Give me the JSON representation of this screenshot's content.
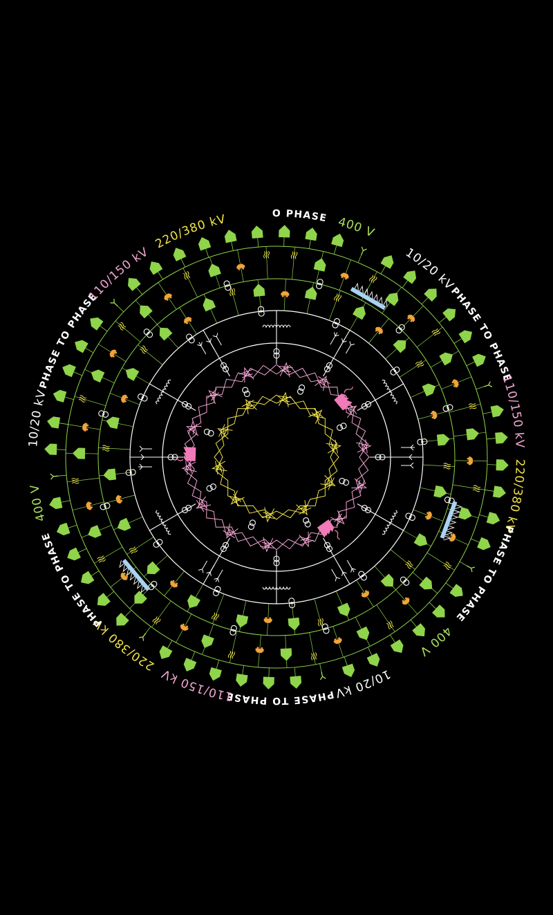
{
  "colors": {
    "background": "#000000",
    "white": "#ffffff",
    "green": "#8fd44a",
    "yellow": "#f0e34a",
    "pink": "#f3a6d2",
    "orange": "#f2a33a",
    "lightblue": "#a9d3f2",
    "magenta": "#f07bb8",
    "lime": "#a8e05a"
  },
  "ring_labels": [
    {
      "text": "PHASE TO PHASE",
      "color": "white",
      "caps": true
    },
    {
      "text": "400 V",
      "color": "lime",
      "caps": false
    },
    {
      "text": "10/20 kV",
      "color": "white",
      "caps": false
    },
    {
      "text": "PHASE TO PHASE",
      "color": "white",
      "caps": true
    },
    {
      "text": "110/150 kV",
      "color": "pink",
      "caps": false
    },
    {
      "text": "220/380 kV",
      "color": "yellow",
      "caps": false
    },
    {
      "text": "PHASE TO PHASE",
      "color": "white",
      "caps": true
    },
    {
      "text": "400 V",
      "color": "lime",
      "caps": false
    },
    {
      "text": "10/20 kV",
      "color": "white",
      "caps": false
    },
    {
      "text": "PHASE TO PHASE",
      "color": "white",
      "caps": true
    },
    {
      "text": "110/150 kV",
      "color": "pink",
      "caps": false
    },
    {
      "text": "220/380 kV",
      "color": "yellow",
      "caps": false
    },
    {
      "text": "PHASE TO PHASE",
      "color": "white",
      "caps": true
    },
    {
      "text": "400 V",
      "color": "lime",
      "caps": false
    },
    {
      "text": "10/20 kV",
      "color": "white",
      "caps": false
    },
    {
      "text": "PHASE TO PHASE",
      "color": "white",
      "caps": true
    },
    {
      "text": "110/150 kV",
      "color": "pink",
      "caps": false
    },
    {
      "text": "220/380 kV",
      "color": "yellow",
      "caps": false
    }
  ],
  "icons": {
    "house": "house-icon",
    "car": "car-icon",
    "heat": "heat-icon",
    "transformer": "transformer-icon",
    "pylon": "pylon-icon",
    "factory": "factory-icon",
    "solar": "solar-panel-icon",
    "wind": "wind-turbine-icon",
    "antenna": "antenna-icon"
  }
}
